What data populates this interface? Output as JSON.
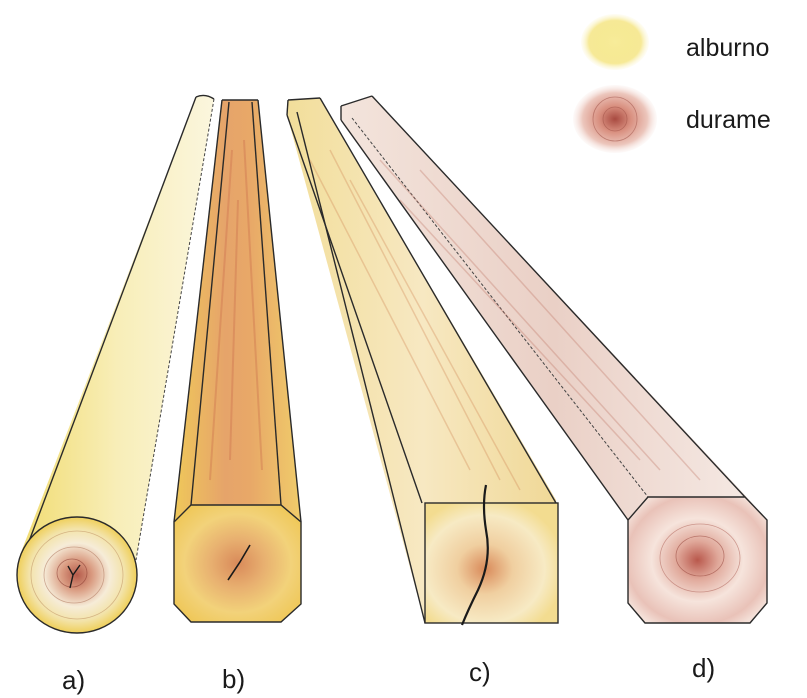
{
  "legend": {
    "items": [
      {
        "label": "alburno",
        "color": "#f1e06a"
      },
      {
        "label": "durame",
        "color": "#c97a6e"
      }
    ]
  },
  "figures": [
    {
      "id": "a",
      "label": "a)"
    },
    {
      "id": "b",
      "label": "b)"
    },
    {
      "id": "c",
      "label": "c)"
    },
    {
      "id": "d",
      "label": "d)"
    }
  ],
  "colors": {
    "sapwood": "#f2e07a",
    "sapwood_deep": "#e8b64a",
    "heartwood": "#d9957f",
    "heartwood_deep": "#b4574a",
    "pale_wood": "#f6ead2",
    "crack": "#1a1a1a"
  }
}
